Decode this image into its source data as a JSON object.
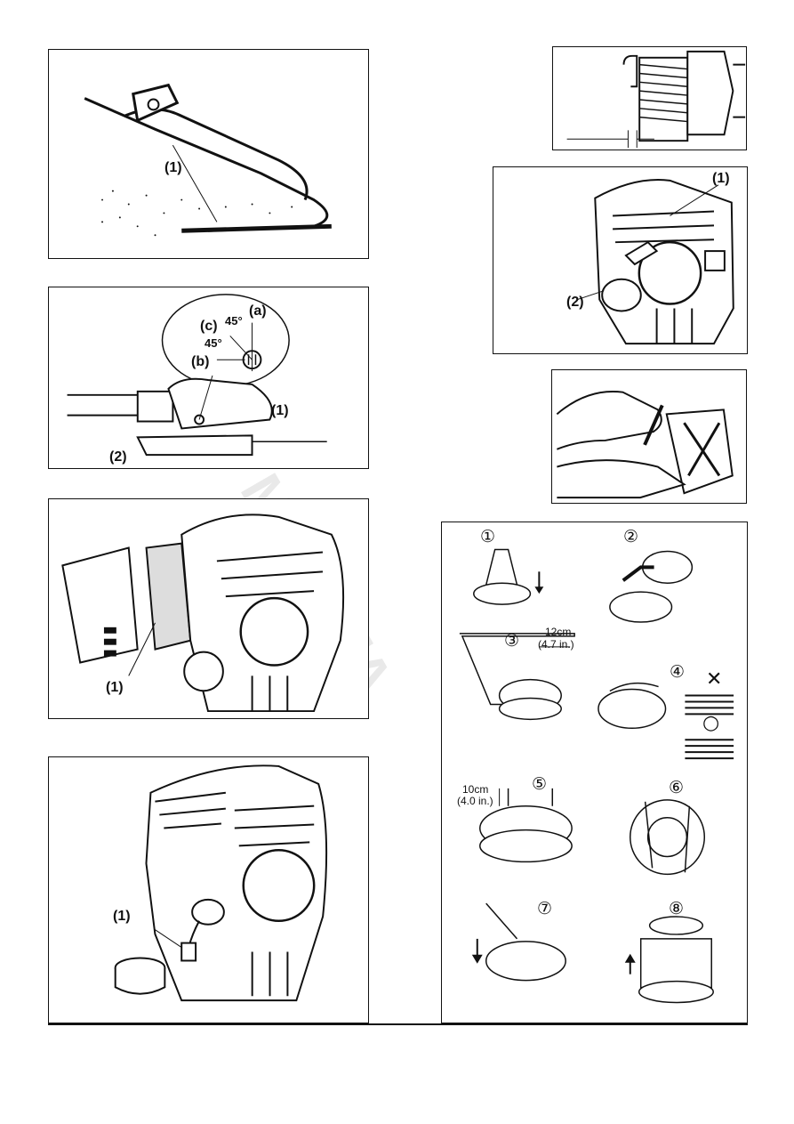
{
  "figures": {
    "chain": {
      "label_1": "(1)"
    },
    "cutter_angle": {
      "label_a": "(a)",
      "label_b": "(b)",
      "label_c": "(c)",
      "angle_top": "45°",
      "angle_left": "45°",
      "label_1": "(1)",
      "label_2": "(2)"
    },
    "air_filter": {
      "label_1": "(1)"
    },
    "fuel_filter": {
      "label_1": "(1)"
    },
    "engine_muffler": {
      "label_1": "(1)",
      "label_2": "(2)"
    }
  },
  "spool_steps": {
    "step1": "①",
    "step2": "②",
    "step3": "③",
    "step4": "④",
    "step5": "⑤",
    "step6": "⑥",
    "step7": "⑦",
    "step8": "⑧",
    "len_12": "12cm",
    "len_12_in": "(4.7 in.)",
    "len_10": "10cm",
    "len_10_in": "(4.0 in.)",
    "wrong_mark": "✕",
    "right_mark": "○"
  }
}
